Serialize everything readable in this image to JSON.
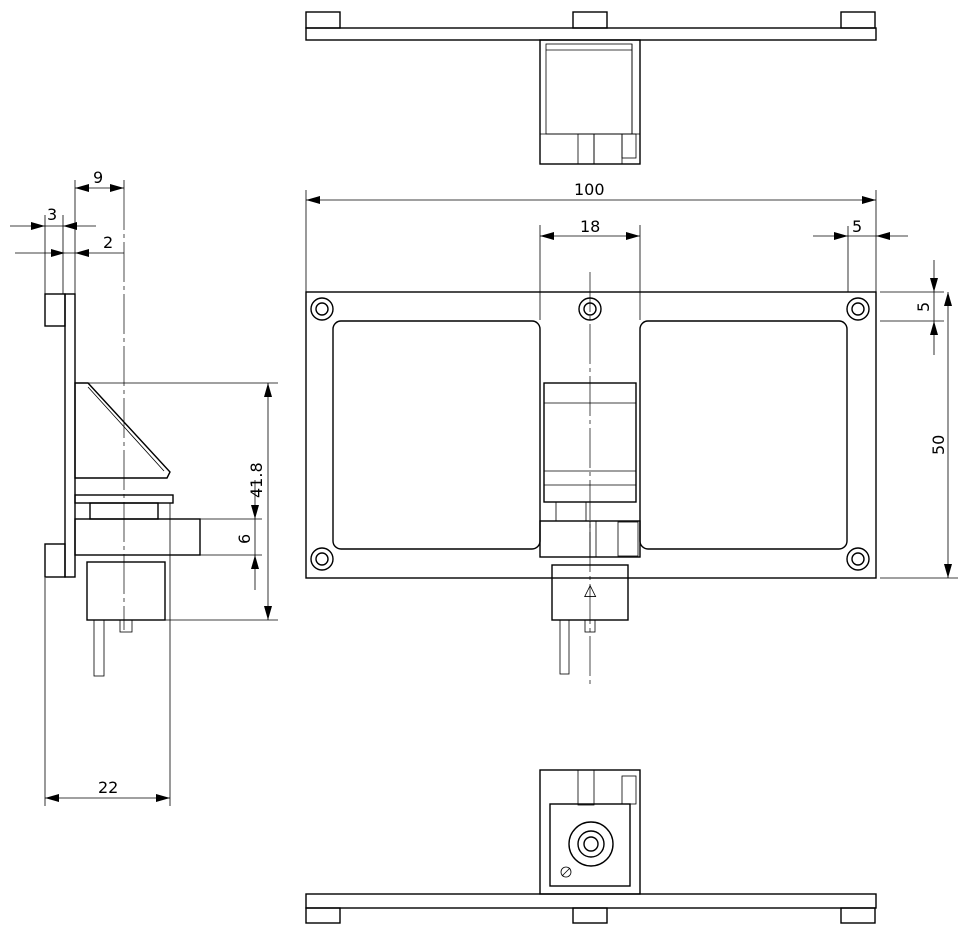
{
  "drawing": {
    "dimensions": {
      "d_100": "100",
      "d_18": "18",
      "d_5_top": "5",
      "d_5_right": "5",
      "d_50": "50",
      "d_9": "9",
      "d_3": "3",
      "d_2": "2",
      "d_41_8": "41.8",
      "d_6": "6",
      "d_22": "22"
    },
    "symbols": {
      "triangle_mark": "△"
    }
  }
}
